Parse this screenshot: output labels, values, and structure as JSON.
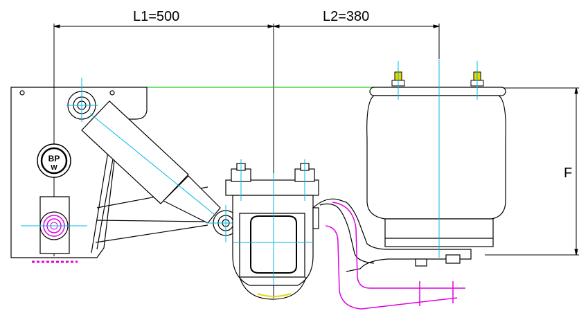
{
  "dimensions": {
    "l1_label": "L1=500",
    "l2_label": "L2=380",
    "f_label": "F"
  },
  "badge": {
    "top_text": "BP",
    "bottom_text": "W"
  },
  "colors": {
    "line": "#000000",
    "center_line": "#00b8e6",
    "green_line": "#22cc22",
    "magenta_line": "#e000e0",
    "yellow": "#e8d800",
    "background": "#ffffff"
  }
}
